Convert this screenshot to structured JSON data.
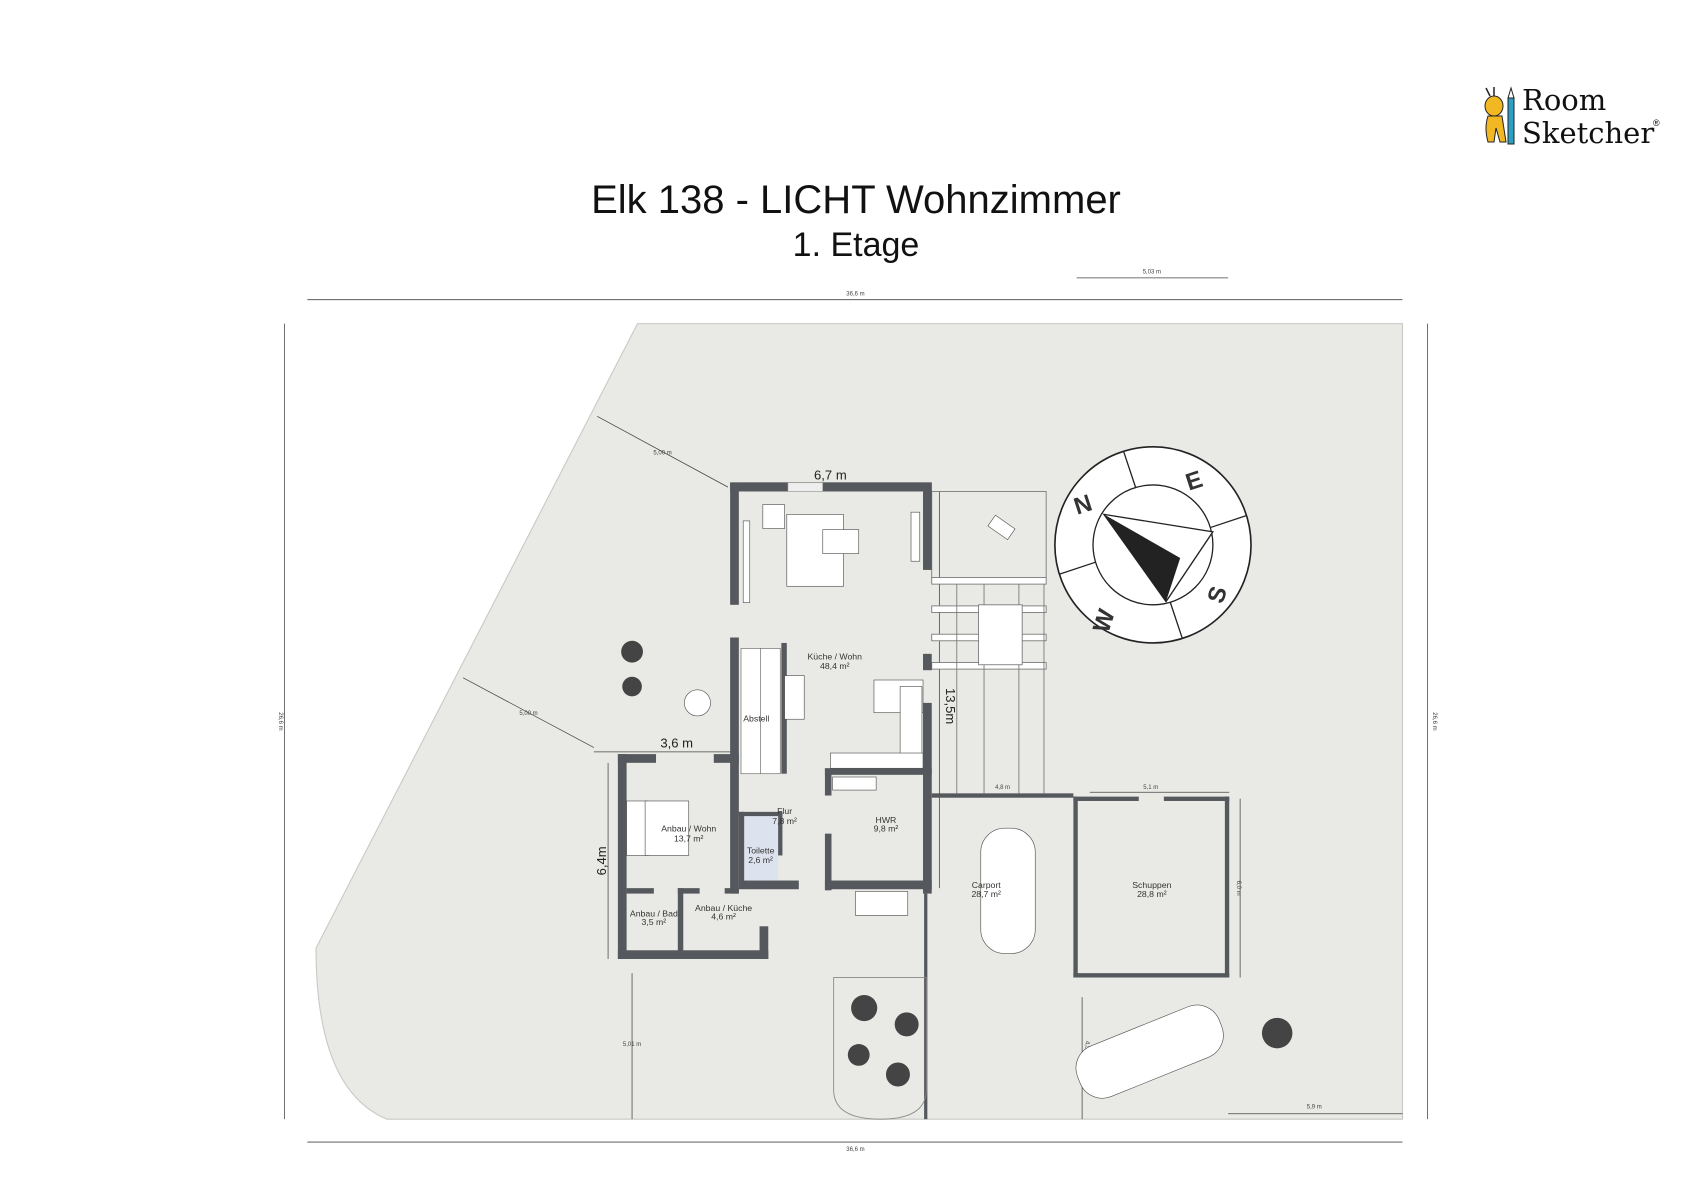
{
  "header": {
    "title": "Elk 138 - LICHT Wohnzimmer",
    "subtitle": "1. Etage"
  },
  "logo": {
    "line1": "Room",
    "line2": "Sketcher",
    "registered": "®"
  },
  "rooms": {
    "kueche_wohn": {
      "name": "Küche / Wohn",
      "area": "48,4 m²"
    },
    "abstell": {
      "name": "Abstell"
    },
    "anbau_wohn": {
      "name": "Anbau / Wohn",
      "area": "13,7 m²"
    },
    "flur": {
      "name": "Flur",
      "area": "7,8 m²"
    },
    "toilette": {
      "name": "Toilette",
      "area": "2,6 m²"
    },
    "hwr": {
      "name": "HWR",
      "area": "9,8 m²"
    },
    "anbau_bad": {
      "name": "Anbau / Bad",
      "area": "3,5 m²"
    },
    "anbau_kueche": {
      "name": "Anbau / Küche",
      "area": "4,6 m²"
    },
    "carport": {
      "name": "Carport",
      "area": "28,7 m²"
    },
    "schuppen": {
      "name": "Schuppen",
      "area": "28,8 m²"
    }
  },
  "dimensions": {
    "top_total": "36,6 m",
    "bottom_total": "36,6 m",
    "left_total": "26,6 m",
    "right_total": "26,6 m",
    "top_small": "5,03 m",
    "house_width": "6,7 m",
    "house_depth": "13,5m",
    "anbau_width": "3,6 m",
    "anbau_depth": "6,4m",
    "setback_top": "5,00 m",
    "setback_mid": "5,00 m",
    "setback_bottom": "5,01 m",
    "carport_width": "4,8 m",
    "schuppen_width": "5,1 m",
    "schuppen_depth": "6,0 m",
    "parking_depth": "4,5 m",
    "bottom_right": "5,9 m"
  },
  "compass": {
    "n": "N",
    "e": "E",
    "s": "S",
    "w": "W"
  },
  "colors": {
    "lot": "#e9eae5",
    "wall": "#55585d",
    "toilet_floor": "#dde3ee",
    "logo_yellow": "#f2b824",
    "logo_blue": "#2aa0c4"
  }
}
